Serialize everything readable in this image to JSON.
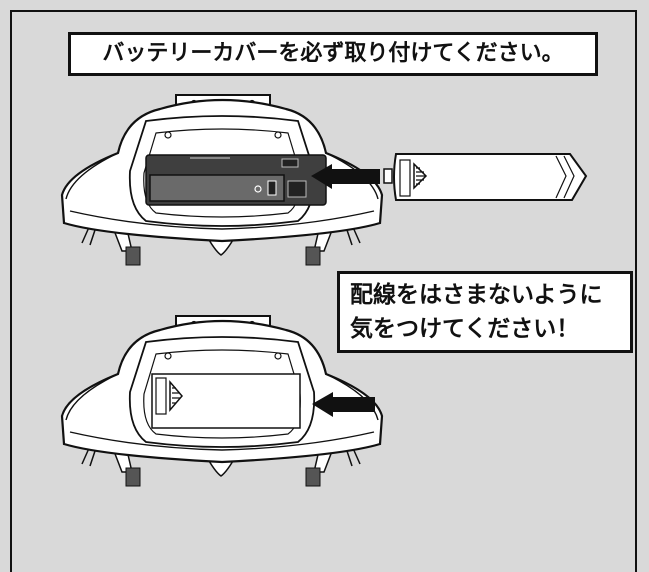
{
  "instructions": {
    "title": "バッテリーカバーを必ず取り付けてください。",
    "wiring_note_line1": "配線をはさまないように",
    "wiring_note_line2": "気をつけてください！"
  },
  "illustrations": {
    "step_insert": "transmitter-battery-compartment-open",
    "step_closed": "transmitter-battery-cover-attached",
    "arrow_icon": "arrow-left-icon",
    "colors": {
      "line": "#111111",
      "fill": "#ffffff",
      "compartment": "#444444",
      "background": "#d9d9d9"
    }
  }
}
